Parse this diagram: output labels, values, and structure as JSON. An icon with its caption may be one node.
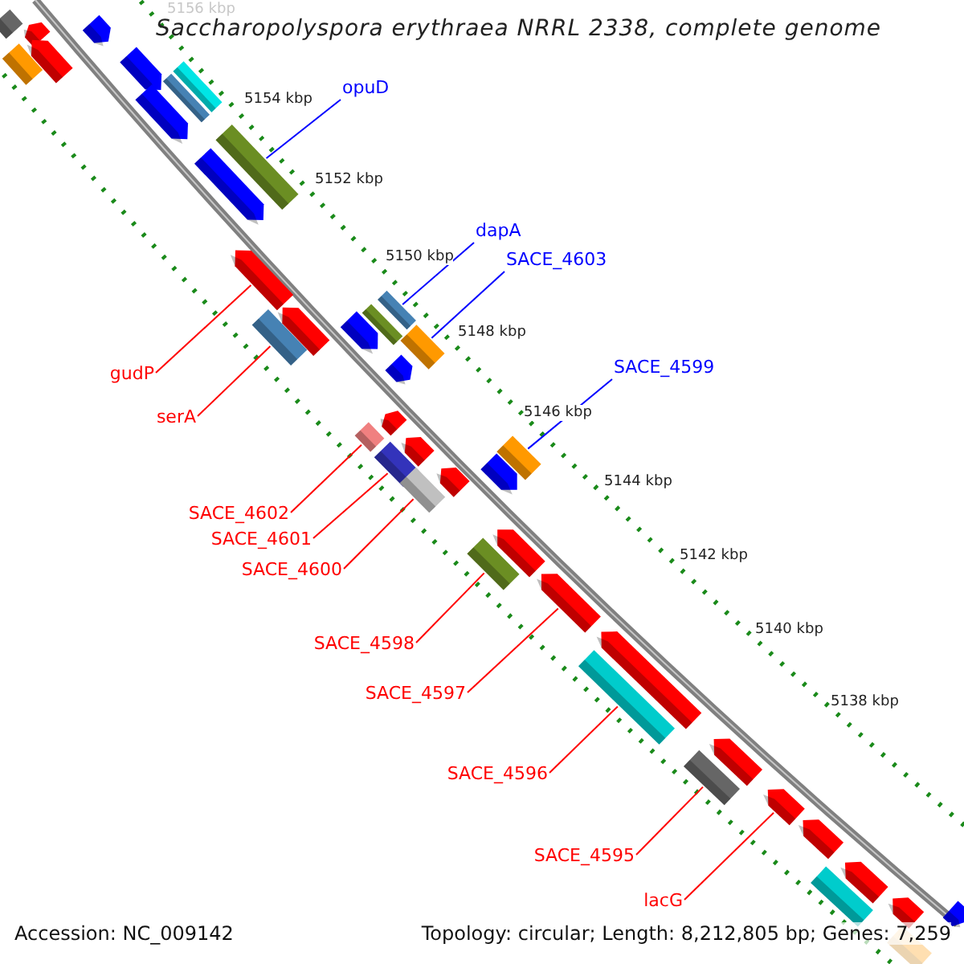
{
  "diagram": {
    "title": "Saccharopolyspora erythraea NRRL 2338, complete genome",
    "nodes": [
      {
        "text": [
          "opuD"
        ]
      },
      {
        "text": [],
        "shape": "bar"
      },
      {
        "text": [
          "dapA"
        ]
      },
      {
        "text": [],
        "shape": "bar"
      },
      {
        "text": [
          "SACE_4603"
        ]
      },
      {
        "text": [],
        "shape": "bar"
      },
      {
        "text": [
          "SACE_4599"
        ]
      },
      {
        "text": [],
        "shape": "bar"
      },
      {
        "text": [
          "gudP"
        ]
      },
      {
        "text": [],
        "shape": "arrow"
      },
      {
        "text": [
          "serA"
        ]
      },
      {
        "text": [],
        "shape": "bar"
      },
      {
        "text": [
          "SACE_4602"
        ]
      },
      {
        "text": [],
        "shape": "bar"
      },
      {
        "text": [
          "SACE_4601"
        ]
      },
      {
        "text": [],
        "shape": "bar"
      },
      {
        "text": [
          "SACE_4600"
        ]
      },
      {
        "text": [],
        "shape": "bar"
      },
      {
        "text": [
          "SACE_4598"
        ]
      },
      {
        "text": [],
        "shape": "bar"
      },
      {
        "text": [
          "SACE_4597"
        ]
      },
      {
        "text": [],
        "shape": "arrow"
      },
      {
        "text": [
          "SACE_4596"
        ]
      },
      {
        "text": [],
        "shape": "bar"
      },
      {
        "text": [
          "SACE_4595"
        ]
      },
      {
        "text": [],
        "shape": "bar"
      },
      {
        "text": [
          "lacG"
        ]
      },
      {
        "text": [],
        "shape": "arrow"
      },
      {
        "text": [],
        "shape": "bar"
      },
      {
        "text": [],
        "shape": "arrow"
      },
      {
        "text": [],
        "shape": "arrow"
      },
      {
        "text": [],
        "shape": "bar"
      },
      {
        "text": [],
        "shape": "arrow"
      },
      {
        "text": [],
        "shape": "arrow"
      },
      {
        "text": [],
        "shape": "bar"
      },
      {
        "text": [],
        "shape": "bar"
      },
      {
        "text": [],
        "shape": "arrow"
      },
      {
        "text": [],
        "shape": "arrow"
      },
      {
        "text": [],
        "shape": "arrow"
      },
      {
        "text": [],
        "shape": "bar"
      },
      {
        "text": [],
        "shape": "arrow"
      },
      {
        "text": [],
        "shape": "arrow"
      },
      {
        "text": [],
        "shape": "arrow"
      },
      {
        "text": [],
        "shape": "arrow"
      },
      {
        "text": [],
        "shape": "arrow"
      },
      {
        "text": [],
        "shape": "arrow"
      },
      {
        "text": [],
        "shape": "arrow"
      },
      {
        "text": [],
        "shape": "arrow"
      },
      {
        "text": [],
        "shape": "arrow"
      },
      {
        "text": [],
        "shape": "arrow"
      },
      {
        "text": [],
        "shape": "arrow"
      },
      {
        "text": [],
        "shape": "bar"
      },
      {
        "text": [],
        "shape": "arrow"
      },
      {
        "text": [],
        "shape": "arrow"
      },
      {
        "text": [],
        "shape": "bar"
      }
    ],
    "edges": [
      {
        "from": 0,
        "to": 1,
        "arrow": "none",
        "color": "#0000ff"
      },
      {
        "from": 2,
        "to": 3,
        "arrow": "none",
        "color": "#0000ff"
      },
      {
        "from": 4,
        "to": 5,
        "arrow": "none",
        "color": "#0000ff"
      },
      {
        "from": 6,
        "to": 7,
        "arrow": "none",
        "color": "#0000ff"
      },
      {
        "from": 8,
        "to": 9,
        "arrow": "none"
      },
      {
        "from": 10,
        "to": 11,
        "arrow": "none"
      },
      {
        "from": 12,
        "to": 13,
        "arrow": "none"
      },
      {
        "from": 14,
        "to": 15,
        "arrow": "none"
      },
      {
        "from": 16,
        "to": 17,
        "arrow": "none"
      },
      {
        "from": 18,
        "to": 19,
        "arrow": "none"
      },
      {
        "from": 20,
        "to": 21,
        "arrow": "none"
      },
      {
        "from": 22,
        "to": 23,
        "arrow": "none"
      },
      {
        "from": 24,
        "to": 25,
        "arrow": "none"
      },
      {
        "from": 26,
        "to": 27,
        "arrow": "none"
      }
    ],
    "labels": [
      "5156 kbp",
      "5154 kbp",
      "5152 kbp",
      "5150 kbp",
      "5148 kbp",
      "5146 kbp",
      "5144 kbp",
      "5142 kbp",
      "5140 kbp",
      "5138 kbp",
      "Accession: NC_009142",
      "Topology: circular; Length: 8,212,805 bp; Genes: 7,259"
    ]
  }
}
